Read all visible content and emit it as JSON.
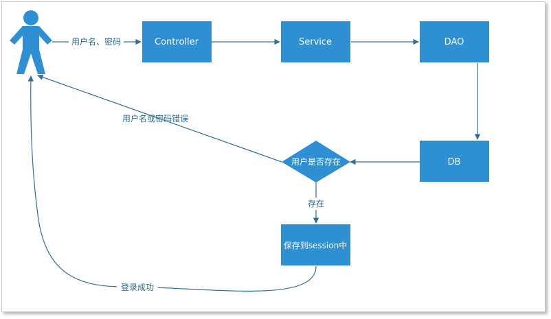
{
  "colors": {
    "box_fill": "#2e8fd3",
    "box_text": "#ffffff",
    "edge": "#2f6f95",
    "edge_label": "#2b6a8c"
  },
  "icons": {
    "user": "person-icon"
  },
  "nodes": {
    "controller": "Controller",
    "service": "Service",
    "dao": "DAO",
    "db": "DB",
    "decision": "用户是否存在",
    "save": "保存到session中"
  },
  "edges": {
    "credentials": "用户名、密码",
    "error": "用户名或密码错误",
    "exists": "存在",
    "success": "登录成功"
  }
}
